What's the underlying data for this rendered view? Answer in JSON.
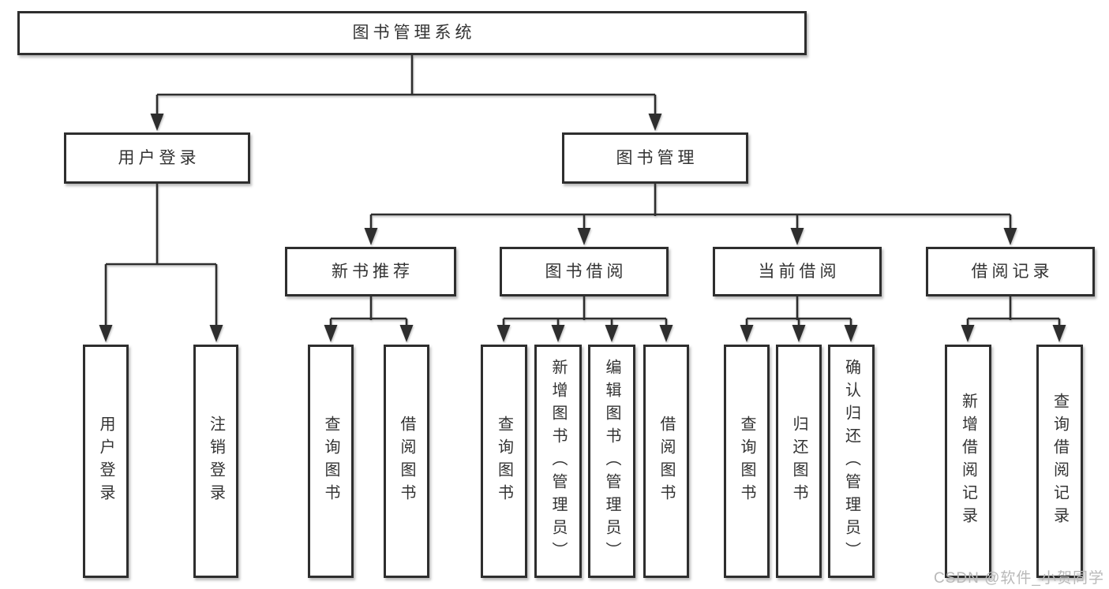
{
  "diagram": {
    "type": "hierarchy-tree",
    "root": {
      "label": "图书管理系统",
      "children": [
        {
          "label": "用户登录",
          "children": [
            {
              "label": "用户登录"
            },
            {
              "label": "注销登录"
            }
          ]
        },
        {
          "label": "图书管理",
          "children": [
            {
              "label": "新书推荐",
              "children": [
                {
                  "label": "查询图书"
                },
                {
                  "label": "借阅图书"
                }
              ]
            },
            {
              "label": "图书借阅",
              "children": [
                {
                  "label": "查询图书"
                },
                {
                  "label": "新增图书（管理员）"
                },
                {
                  "label": "编辑图书（管理员）"
                },
                {
                  "label": "借阅图书"
                }
              ]
            },
            {
              "label": "当前借阅",
              "children": [
                {
                  "label": "查询图书"
                },
                {
                  "label": "归还图书"
                },
                {
                  "label": "确认归还（管理员）"
                }
              ]
            },
            {
              "label": "借阅记录",
              "children": [
                {
                  "label": "新增借阅记录"
                },
                {
                  "label": "查询借阅记录"
                }
              ]
            }
          ]
        }
      ]
    },
    "watermark": "CSDN @软件_小贺同学",
    "colors": {
      "line": "#2e2e2e",
      "text": "#333333",
      "background": "#ffffff",
      "watermark": "#b9b9b9"
    }
  }
}
